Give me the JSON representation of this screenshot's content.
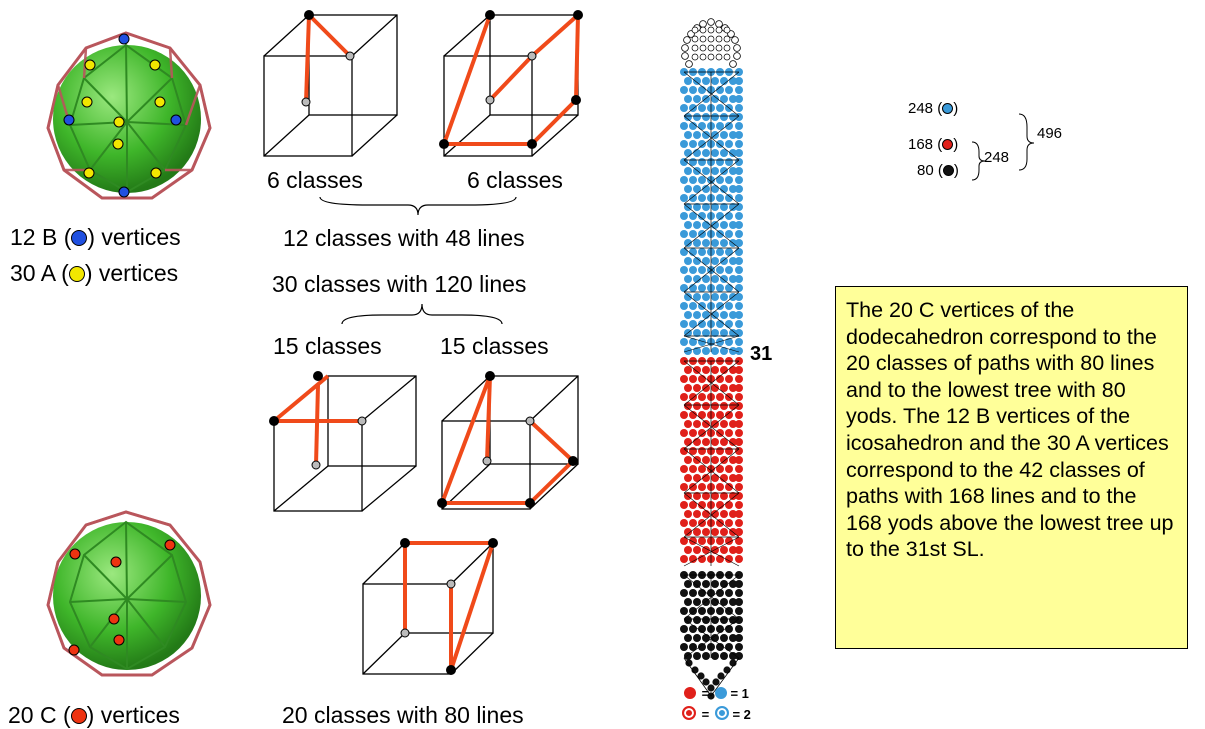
{
  "polyhedra": {
    "icosa_label_b": "12 B (",
    "icosa_label_b_end": ") vertices",
    "icosa_label_a": "30 A (",
    "icosa_label_a_end": ") vertices",
    "dodeca_label": "20 C (",
    "dodeca_label_end": ") vertices"
  },
  "cubes": {
    "label_6a": "6 classes",
    "label_6b": "6 classes",
    "label_12": "12 classes with 48 lines",
    "label_30": "30 classes with 120 lines",
    "label_15a": "15 classes",
    "label_15b": "15 classes",
    "label_20": "20 classes with 80 lines"
  },
  "tree": {
    "sl_number": "31",
    "legend_1": "= 1",
    "legend_2": "= 2"
  },
  "counts": {
    "blue": "248",
    "red": "168",
    "black": "80",
    "sub_total": "248",
    "total": "496"
  },
  "note": {
    "text": "The 20 C vertices of the dodecahedron correspond to the 20 classes of paths with 80 lines and to the lowest tree with 80 yods. The 12 B vertices of the icosahedron and the 30 A vertices correspond to the 42 classes of paths with 168 lines and to the 168 yods above the lowest tree up to the 31st SL."
  },
  "colors": {
    "blue": "#3a9ad9",
    "red": "#e0201a",
    "black": "#111111",
    "vertex_blue": "#2050e0",
    "vertex_yellow": "#f2e600",
    "vertex_red": "#ee3311",
    "path": "#f04a1a",
    "green": "#3fb62a",
    "note_bg": "#ffff99"
  }
}
